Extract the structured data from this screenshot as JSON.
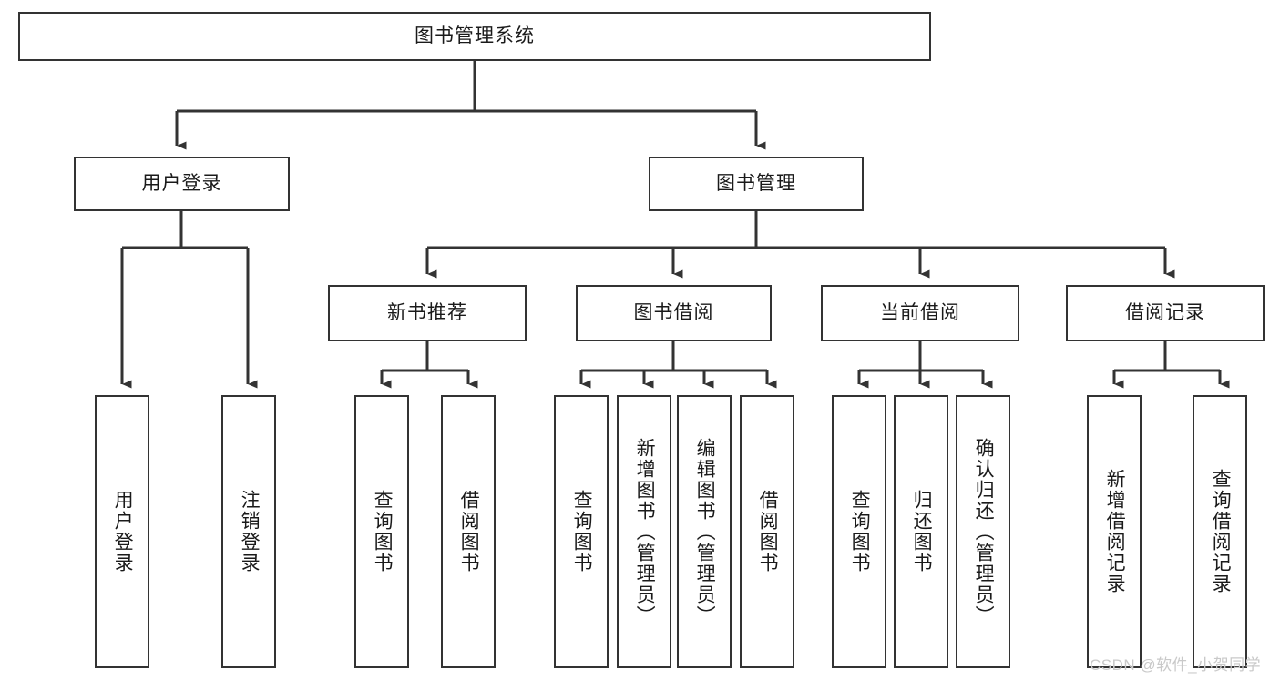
{
  "diagram": {
    "title": "图书管理系统",
    "watermark": "CSDN @软件_小贺同学",
    "colors": {
      "box_border": "#333333",
      "box_fill": "#ffffff",
      "connector": "#333333",
      "text": "#1a1a1a",
      "watermark": "#c9c9c9",
      "background": "#ffffff"
    },
    "levels": {
      "root": "图书管理系统",
      "level2": [
        "用户登录",
        "图书管理"
      ],
      "level3": [
        "新书推荐",
        "图书借阅",
        "当前借阅",
        "借阅记录"
      ],
      "level4": [
        "用户登录",
        "注销登录",
        "查询图书",
        "借阅图书",
        "查询图书",
        "新增图书（管理员）",
        "编辑图书（管理员）",
        "借阅图书",
        "查询图书",
        "归还图书",
        "确认归还（管理员）",
        "新增借阅记录",
        "查询借阅记录"
      ]
    },
    "nodes": {
      "root": {
        "label": "图书管理系统"
      },
      "user_login": {
        "label": "用户登录"
      },
      "book_manage": {
        "label": "图书管理"
      },
      "new_book_rec": {
        "label": "新书推荐"
      },
      "book_borrow": {
        "label": "图书借阅"
      },
      "current_borrow": {
        "label": "当前借阅"
      },
      "borrow_record": {
        "label": "借阅记录"
      },
      "leaf_user_login": {
        "label": "用户登录"
      },
      "leaf_logout": {
        "label": "注销登录"
      },
      "leaf_query_book_1": {
        "label": "查询图书"
      },
      "leaf_borrow_book_1": {
        "label": "借阅图书"
      },
      "leaf_query_book_2": {
        "label": "查询图书"
      },
      "leaf_add_book": {
        "label": "新增图书（管理员）"
      },
      "leaf_edit_book": {
        "label": "编辑图书（管理员）"
      },
      "leaf_borrow_book_2": {
        "label": "借阅图书"
      },
      "leaf_query_book_3": {
        "label": "查询图书"
      },
      "leaf_return_book": {
        "label": "归还图书"
      },
      "leaf_confirm_return": {
        "label": "确认归还（管理员）"
      },
      "leaf_add_record": {
        "label": "新增借阅记录"
      },
      "leaf_query_record": {
        "label": "查询借阅记录"
      }
    },
    "edges": [
      {
        "from": "root",
        "to": "user_login"
      },
      {
        "from": "root",
        "to": "book_manage"
      },
      {
        "from": "user_login",
        "to": "leaf_user_login"
      },
      {
        "from": "user_login",
        "to": "leaf_logout"
      },
      {
        "from": "book_manage",
        "to": "new_book_rec"
      },
      {
        "from": "book_manage",
        "to": "book_borrow"
      },
      {
        "from": "book_manage",
        "to": "current_borrow"
      },
      {
        "from": "book_manage",
        "to": "borrow_record"
      },
      {
        "from": "new_book_rec",
        "to": "leaf_query_book_1"
      },
      {
        "from": "new_book_rec",
        "to": "leaf_borrow_book_1"
      },
      {
        "from": "book_borrow",
        "to": "leaf_query_book_2"
      },
      {
        "from": "book_borrow",
        "to": "leaf_add_book"
      },
      {
        "from": "book_borrow",
        "to": "leaf_edit_book"
      },
      {
        "from": "book_borrow",
        "to": "leaf_borrow_book_2"
      },
      {
        "from": "current_borrow",
        "to": "leaf_query_book_3"
      },
      {
        "from": "current_borrow",
        "to": "leaf_return_book"
      },
      {
        "from": "current_borrow",
        "to": "leaf_confirm_return"
      },
      {
        "from": "borrow_record",
        "to": "leaf_add_record"
      },
      {
        "from": "borrow_record",
        "to": "leaf_query_record"
      }
    ]
  }
}
